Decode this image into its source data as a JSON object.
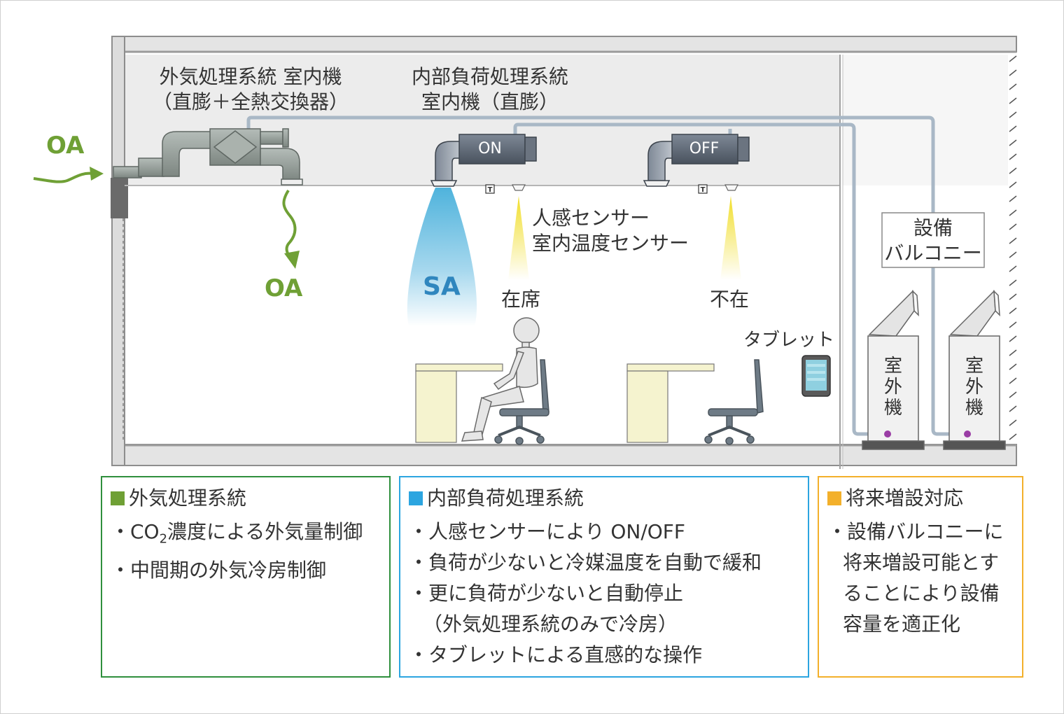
{
  "diagram": {
    "labels": {
      "oa_unit": "外気処理系統 室内機",
      "oa_unit_sub": "（直膨＋全熱交換器）",
      "inner_unit": "内部負荷処理系統",
      "inner_unit_sub": "室内機（直膨）",
      "oa_in": "OA",
      "oa_out": "OA",
      "sa": "SA",
      "unit_on": "ON",
      "unit_off": "OFF",
      "sensor_line1": "人感センサー",
      "sensor_line2": "室内温度センサー",
      "occupied": "在席",
      "absent": "不在",
      "tablet": "タブレット",
      "balcony_line1": "設備",
      "balcony_line2": "バルコニー",
      "outdoor_unit_chars": [
        "室",
        "外",
        "機"
      ],
      "thermostat_mark": "T"
    },
    "colors": {
      "oa_green": "#6fa035",
      "sa_blue": "#2f86be",
      "unit_dark": "#5b6675",
      "duct_gray": "#8f9893",
      "pipe": "#a9b8c6",
      "sensor_yellow": "#f3e23a"
    }
  },
  "panels": {
    "oa_system": {
      "title": "外気処理系統",
      "color": "#6fa035",
      "item1_a": "・CO",
      "item1_sub": "2",
      "item1_b": "濃度による外気量制御",
      "item2": "・中間期の外気冷房制御"
    },
    "inner_system": {
      "title": "内部負荷処理系統",
      "color": "#2ca5e0",
      "items": [
        "・人感センサーにより ON/OFF",
        "・負荷が少ないと冷媒温度を自動で緩和",
        "・更に負荷が少ないと自動停止",
        "（外気処理系統のみで冷房）",
        "・タブレットによる直感的な操作"
      ]
    },
    "future": {
      "title": "将来増設対応",
      "color": "#f3b02b",
      "items": [
        "・設備バルコニーに",
        "将来増設可能とす",
        "ることにより設備",
        "容量を適正化"
      ]
    }
  }
}
